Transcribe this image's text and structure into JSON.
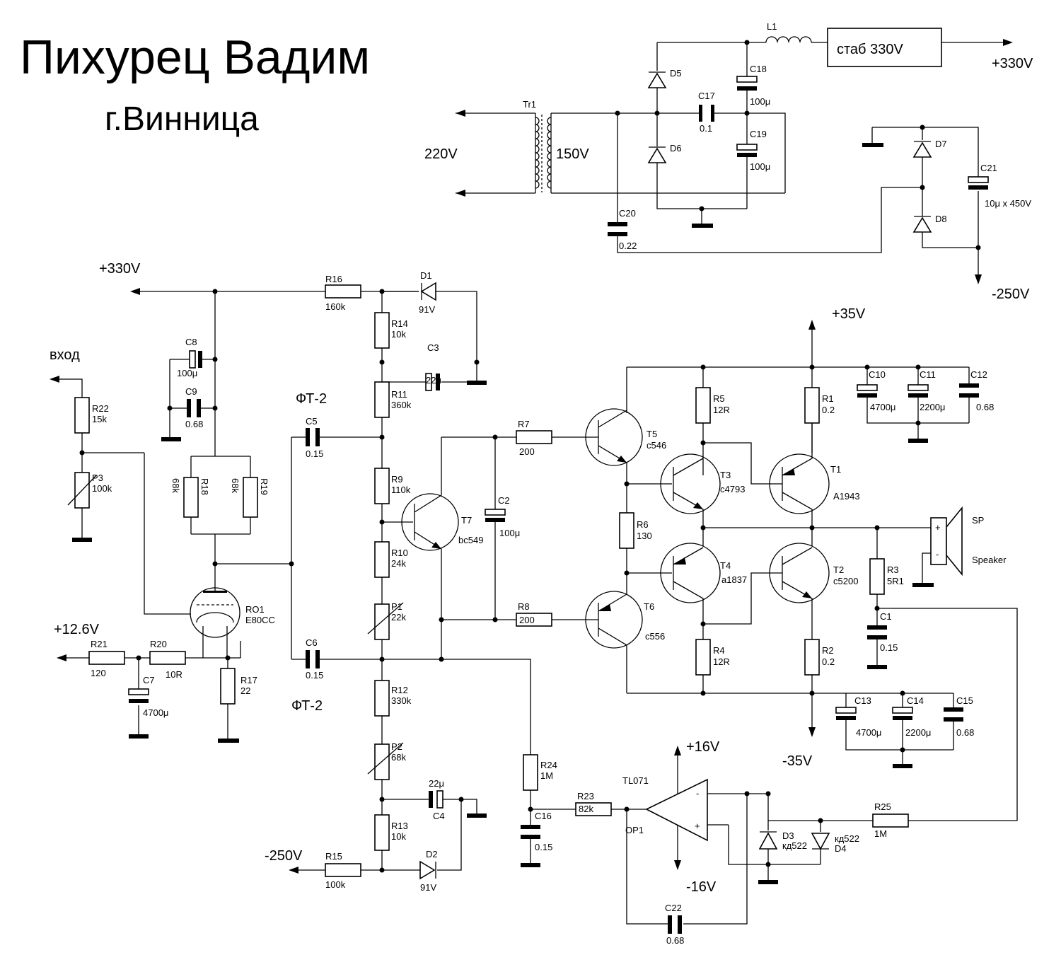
{
  "header": {
    "author": "Пихурец Вадим",
    "city": "г.Винница"
  },
  "supply": {
    "tr1": "Tr1",
    "primary": "220V",
    "secondary": "150V",
    "l1": "L1",
    "stab": "стаб 330V",
    "out_pos": "+330V",
    "out_neg": "-250V",
    "d5": "D5",
    "d6": "D6",
    "d7": "D7",
    "d8": "D8",
    "c17": "C17",
    "c17v": "0.1",
    "c18": "C18",
    "c18v": "100μ",
    "c19": "C19",
    "c19v": "100μ",
    "c20": "C20",
    "c20v": "0.22",
    "c21": "C21",
    "c21v": "10μ x 450V"
  },
  "preamp": {
    "plus330": "+330V",
    "vhod": "вход",
    "plus126": "+12.6V",
    "minus250": "-250V",
    "r22": "R22",
    "r22v": "15k",
    "p3": "P3",
    "p3v": "100k",
    "c8": "C8",
    "c8v": "100μ",
    "c9": "C9",
    "c9v": "0.68",
    "r18": "R18",
    "r18v": "68k",
    "r19": "R19",
    "r19v": "68k",
    "ro1": "RO1",
    "ro1v": "E80CC",
    "r21": "R21",
    "r21v": "120",
    "r20": "R20",
    "r20v": "10R",
    "c7": "C7",
    "c7v": "4700μ",
    "r17": "R17",
    "r17v": "22",
    "ft2a": "ФТ-2",
    "ft2b": "ФТ-2",
    "c5": "C5",
    "c5v": "0.15",
    "c6": "C6",
    "c6v": "0.15"
  },
  "driver": {
    "r16": "R16",
    "r16v": "160k",
    "d1": "D1",
    "d1v": "91V",
    "r14": "R14",
    "r14v": "10k",
    "c3": "C3",
    "c3v": "22μ",
    "r11": "R11",
    "r11v": "360k",
    "r9": "R9",
    "r9v": "110k",
    "r10": "R10",
    "r10v": "24k",
    "p1": "P1",
    "p1v": "22k",
    "t7": "T7",
    "t7v": "bc549",
    "c2": "C2",
    "c2v": "100μ",
    "r12": "R12",
    "r12v": "330k",
    "p2": "P2",
    "p2v": "68k",
    "c4": "C4",
    "c4v": "22μ",
    "r13": "R13",
    "r13v": "10k",
    "r15": "R15",
    "r15v": "100k",
    "d2": "D2",
    "d2v": "91V",
    "r7": "R7",
    "r7v": "200",
    "r8": "R8",
    "r8v": "200"
  },
  "output": {
    "plus35": "+35V",
    "minus35": "-35V",
    "t5": "T5",
    "t5v": "c546",
    "t6": "T6",
    "t6v": "c556",
    "t3": "T3",
    "t3v": "c4793",
    "t4": "T4",
    "t4v": "a1837",
    "t1": "T1",
    "t1v": "A1943",
    "t2": "T2",
    "t2v": "c5200",
    "r5": "R5",
    "r5v": "12R",
    "r4": "R4",
    "r4v": "12R",
    "r6": "R6",
    "r6v": "130",
    "r1": "R1",
    "r1v": "0.2",
    "r2": "R2",
    "r2v": "0.2",
    "r3": "R3",
    "r3v": "5R1",
    "c1": "C1",
    "c1v": "0.15",
    "c10": "C10",
    "c10v": "4700μ",
    "c11": "C11",
    "c11v": "2200μ",
    "c12": "C12",
    "c12v": "0.68",
    "c13": "C13",
    "c13v": "4700μ",
    "c14": "C14",
    "c14v": "2200μ",
    "c15": "C15",
    "c15v": "0.68",
    "sp": "SP",
    "speaker": "Speaker",
    "plus": "+",
    "minus": "-"
  },
  "servo": {
    "tl071": "TL071",
    "op1": "OP1",
    "plus16": "+16V",
    "minus16": "-16V",
    "r24": "R24",
    "r24v": "1M",
    "r23": "R23",
    "r23v": "82k",
    "c16": "C16",
    "c16v": "0.15",
    "c22": "C22",
    "c22v": "0.68",
    "r25": "R25",
    "r25v": "1M",
    "d3": "D3",
    "d3v": "кд522",
    "d4": "D4",
    "d4v": "кд522",
    "inv": "-",
    "ninv": "+"
  }
}
